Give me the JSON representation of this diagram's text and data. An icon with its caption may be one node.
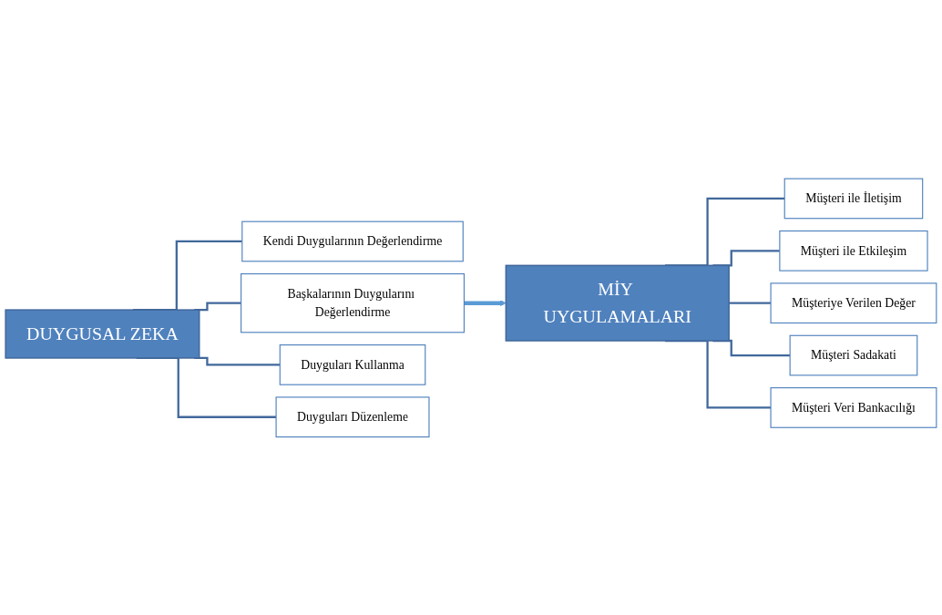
{
  "diagram": {
    "nodes": [
      {
        "text": [
          "DUYGUSAL ZEKA"
        ]
      },
      {
        "text": [
          "Kendi Duygularının Değerlendirme"
        ]
      },
      {
        "text": [
          "Başkalarının Duygularını Değerlendirme"
        ]
      },
      {
        "text": [
          "Duyguları Kullanma"
        ]
      },
      {
        "text": [
          "Duyguları Düzenleme"
        ]
      },
      {
        "text": [
          "MİY UYGULAMALARI"
        ]
      },
      {
        "text": [
          "Müşteri ile İletişim"
        ]
      },
      {
        "text": [
          "Müşteri ile Etkileşim"
        ]
      },
      {
        "text": [
          "Müşteriye Verilen Değer"
        ]
      },
      {
        "text": [
          "Müşteri Sadakati"
        ]
      },
      {
        "text": [
          "Müşteri Veri Bankacılığı"
        ]
      }
    ],
    "edges": [
      {
        "from": 0,
        "to": 1,
        "arrow": "none"
      },
      {
        "from": 0,
        "to": 2,
        "arrow": "none"
      },
      {
        "from": 0,
        "to": 3,
        "arrow": "none"
      },
      {
        "from": 0,
        "to": 4,
        "arrow": "none"
      },
      {
        "from": 2,
        "to": 5,
        "arrow": "to",
        "style": "thick",
        "color": "#5b9bd5"
      },
      {
        "from": 5,
        "to": 6,
        "arrow": "none"
      },
      {
        "from": 5,
        "to": 7,
        "arrow": "none"
      },
      {
        "from": 5,
        "to": 8,
        "arrow": "none"
      },
      {
        "from": 5,
        "to": 9,
        "arrow": "none"
      },
      {
        "from": 5,
        "to": 10,
        "arrow": "none"
      }
    ]
  }
}
